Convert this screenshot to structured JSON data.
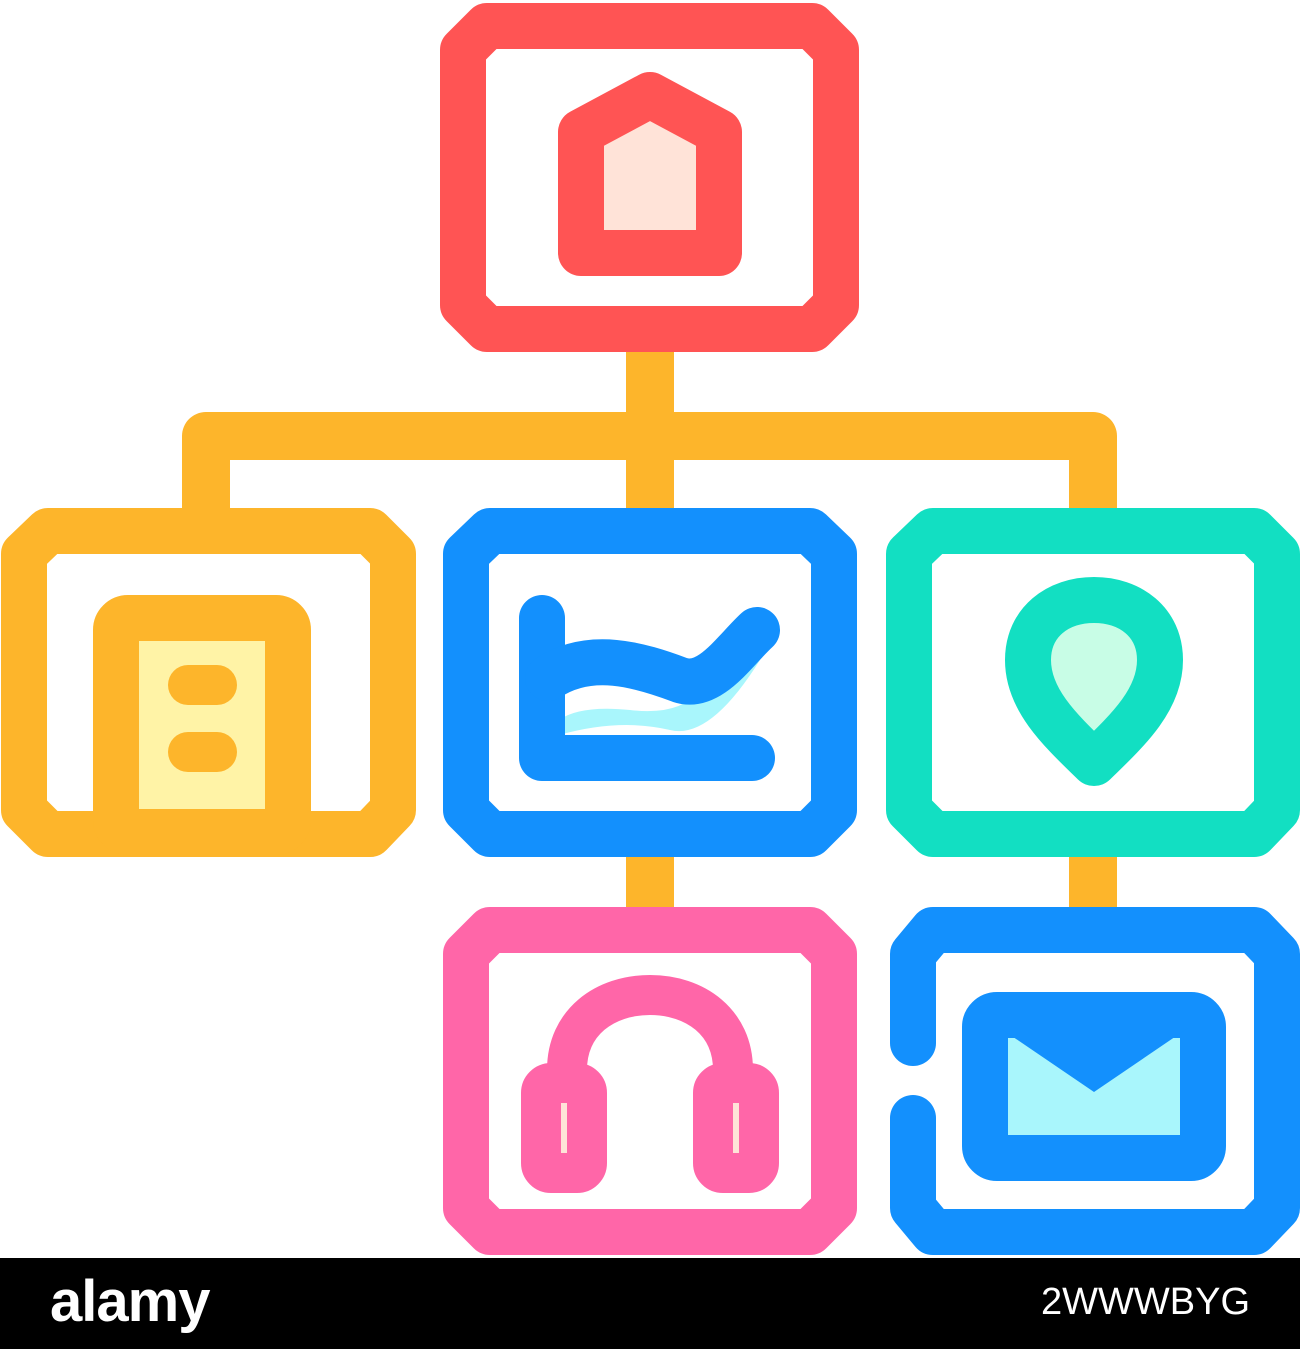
{
  "illustration": {
    "icon": "org-chart-hierarchy-icon",
    "colors": {
      "red": "#FF5454",
      "red_fill": "#FFE3D8",
      "orange": "#FDB52B",
      "orange_fill": "#FFF3A6",
      "blue": "#1390FD",
      "blue_fill": "#A9F6FC",
      "teal": "#12DFC2",
      "teal_fill": "#C8FDE6",
      "pink": "#FF66A8",
      "background": "#FFFFFF"
    },
    "nodes": [
      {
        "name": "home",
        "icon": "home-icon",
        "color": "red"
      },
      {
        "name": "building",
        "icon": "building-icon",
        "color": "orange"
      },
      {
        "name": "chart",
        "icon": "line-chart-icon",
        "color": "blue"
      },
      {
        "name": "location",
        "icon": "map-pin-icon",
        "color": "teal"
      },
      {
        "name": "support",
        "icon": "headphones-icon",
        "color": "pink"
      },
      {
        "name": "mail",
        "icon": "envelope-icon",
        "color": "blue"
      }
    ]
  },
  "footer": {
    "brand": "alamy",
    "image_id": "2WWWBYG",
    "background": "#000000"
  }
}
